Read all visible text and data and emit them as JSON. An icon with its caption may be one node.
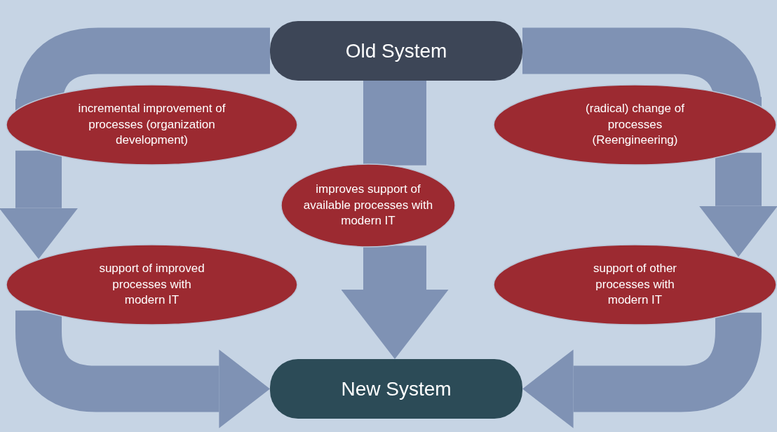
{
  "diagram": {
    "nodes": [
      {
        "text": [
          "Old System"
        ]
      },
      {
        "text": [
          "incremental improvement of processes (organization development)"
        ]
      },
      {
        "text": [
          "(radical) change of processes (Reengineering)"
        ]
      },
      {
        "text": [
          "improves support of available processes with modern IT"
        ]
      },
      {
        "text": [
          "support of improved processes with modern IT"
        ]
      },
      {
        "text": [
          "support of other processes with modern IT"
        ]
      },
      {
        "text": [
          "New System"
        ]
      }
    ],
    "edges": [
      {
        "from": 0,
        "to": 1,
        "arrow": "none"
      },
      {
        "from": 1,
        "to": 4,
        "arrow": "to"
      },
      {
        "from": 4,
        "to": 6,
        "arrow": "to"
      },
      {
        "from": 0,
        "to": 3,
        "arrow": "none"
      },
      {
        "from": 3,
        "to": 6,
        "arrow": "to"
      },
      {
        "from": 0,
        "to": 2,
        "arrow": "none"
      },
      {
        "from": 2,
        "to": 5,
        "arrow": "to"
      },
      {
        "from": 5,
        "to": 6,
        "arrow": "to"
      }
    ]
  }
}
